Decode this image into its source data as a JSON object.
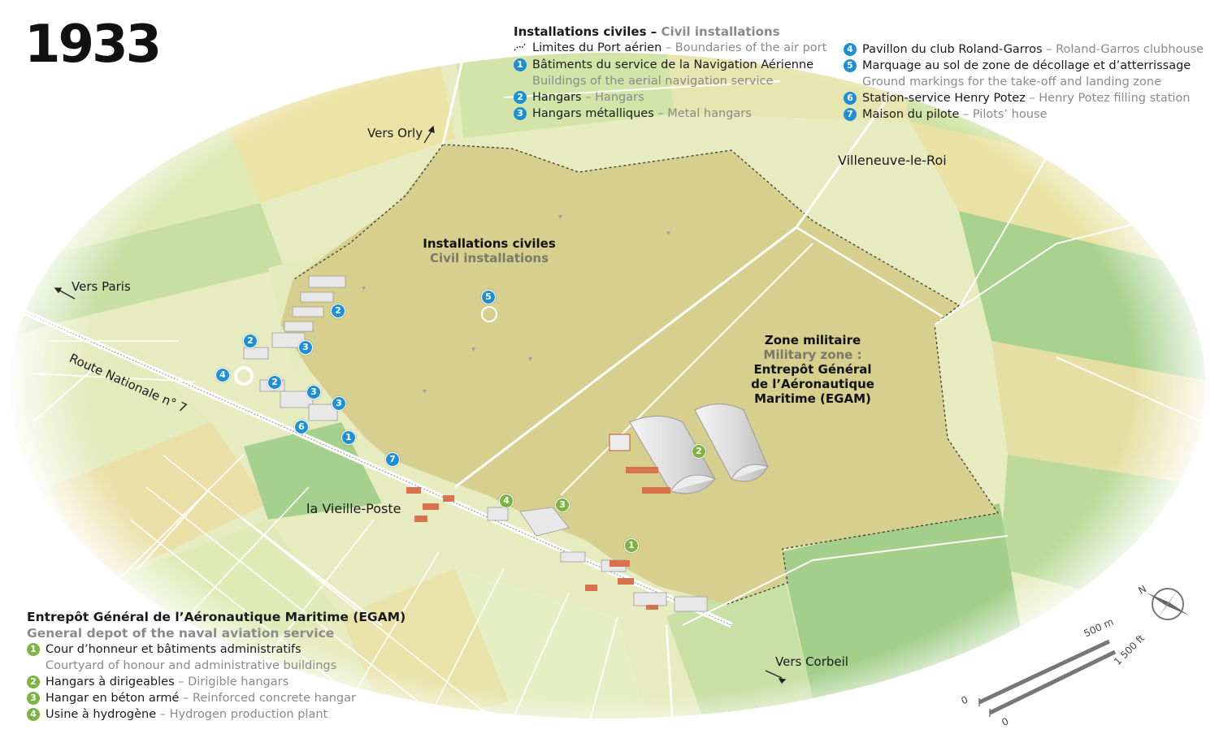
{
  "year": "1933",
  "legend_civil": {
    "title_fr": "Installations civiles",
    "title_sep": " – ",
    "title_en": "Civil installations",
    "boundary": {
      "fr": "Limites du Port aérien",
      "en": "Boundaries of the air port"
    },
    "items": [
      {
        "num": "1",
        "fr": "Bâtiments du service de la Navigation Aérienne",
        "en": "Buildings of the aerial navigation service"
      },
      {
        "num": "2",
        "fr": "Hangars",
        "en": "Hangars"
      },
      {
        "num": "3",
        "fr": "Hangars métalliques",
        "en": "Metal hangars"
      },
      {
        "num": "4",
        "fr": "Pavillon du club Roland-Garros",
        "en": "Roland-Garros clubhouse"
      },
      {
        "num": "5",
        "fr": "Marquage au sol de zone de décollage et d’atterrissage",
        "en": "Ground markings for the take-off and landing zone"
      },
      {
        "num": "6",
        "fr": "Station-service Henry Potez",
        "en": "Henry Potez filling station"
      },
      {
        "num": "7",
        "fr": "Maison du pilote",
        "en": "Pilots’ house"
      }
    ]
  },
  "legend_egam": {
    "title_fr": "Entrepôt Général de l’Aéronautique Maritime (EGAM)",
    "title_en": "General depot of the naval aviation service",
    "items": [
      {
        "num": "1",
        "fr": "Cour d’honneur et bâtiments administratifs",
        "en": "Courtyard of honour and administrative buildings"
      },
      {
        "num": "2",
        "fr": "Hangars à dirigeables",
        "en": "Dirigible hangars"
      },
      {
        "num": "3",
        "fr": "Hangar en béton armé",
        "en": "Reinforced concrete hangar"
      },
      {
        "num": "4",
        "fr": "Usine à hydrogène",
        "en": "Hydrogen production plant"
      }
    ]
  },
  "map_labels": {
    "vers_orly": "Vers Orly",
    "vers_paris": "Vers Paris",
    "vers_corbeil": "Vers Corbeil",
    "route_nationale": "Route Nationale n° 7",
    "villeneuve": "Villeneuve-le-Roi",
    "vieille_poste": "la Vieille-Poste"
  },
  "zone_civil": {
    "fr": "Installations civiles",
    "en": "Civil installations"
  },
  "zone_military": {
    "fr": "Zone militaire",
    "en": "Military zone :",
    "line3": "Entrepôt Général",
    "line4": "de l’Aéronautique",
    "line5": "Maritime (EGAM)"
  },
  "scale": {
    "zero_a": "0",
    "zero_b": "0",
    "metric": "500 m",
    "imperial": "1 500 ft"
  },
  "compass": {
    "north": "N"
  },
  "colors": {
    "airfield": "#d6cf8d",
    "field_light": "#eef2c6",
    "field_green": "#c2dc9e",
    "field_dark": "#9fcc85",
    "field_yellow": "#ece2a6",
    "badge_blue": "#1e8fd4",
    "badge_green": "#7cb342"
  }
}
